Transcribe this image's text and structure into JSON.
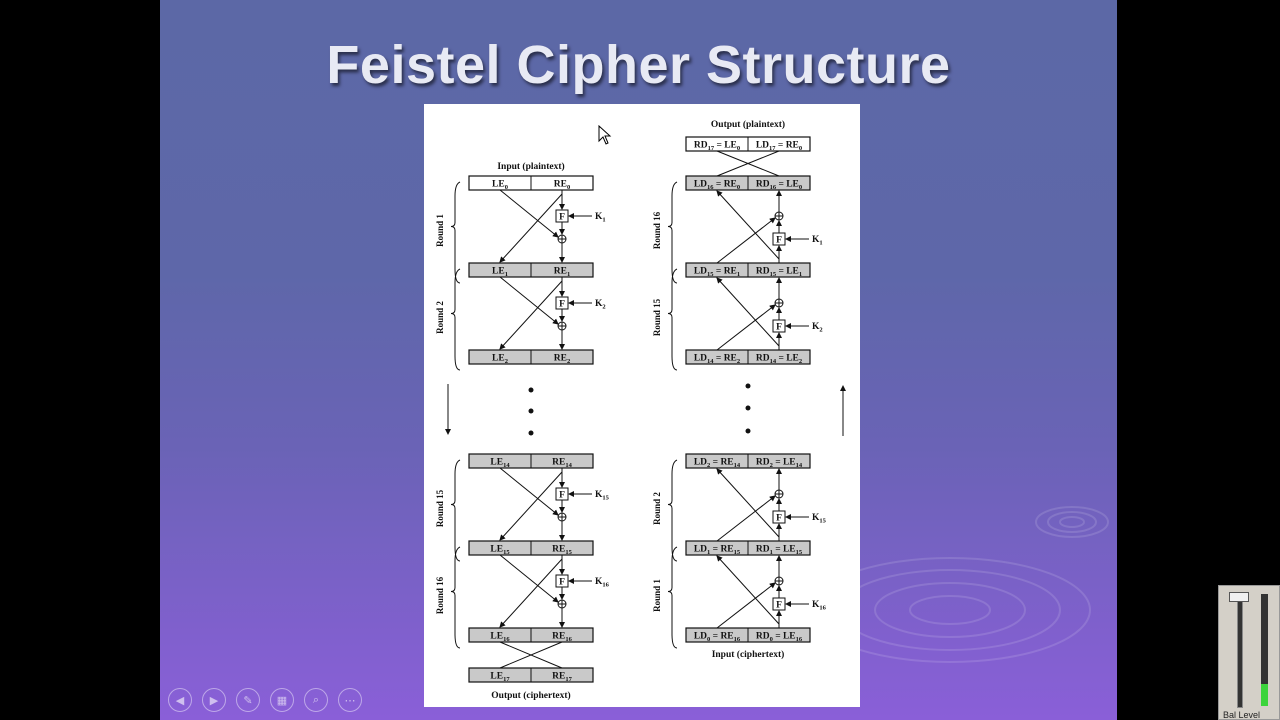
{
  "slide": {
    "title": "Feistel Cipher Structure"
  },
  "diagram": {
    "left": {
      "input_label": "Input (plaintext)",
      "output_label": "Output (ciphertext)",
      "rows": [
        {
          "l": "LE",
          "ls": "0",
          "r": "RE",
          "rs": "0"
        },
        {
          "l": "LE",
          "ls": "1",
          "r": "RE",
          "rs": "1"
        },
        {
          "l": "LE",
          "ls": "2",
          "r": "RE",
          "rs": "2"
        },
        {
          "l": "LE",
          "ls": "14",
          "r": "RE",
          "rs": "14"
        },
        {
          "l": "LE",
          "ls": "15",
          "r": "RE",
          "rs": "15"
        },
        {
          "l": "LE",
          "ls": "16",
          "r": "RE",
          "rs": "16"
        },
        {
          "l": "LE",
          "ls": "17",
          "r": "RE",
          "rs": "17"
        }
      ],
      "rounds": [
        "Round 1",
        "Round 2",
        "Round 15",
        "Round 16"
      ],
      "keys": [
        {
          "k": "K",
          "s": "1"
        },
        {
          "k": "K",
          "s": "2"
        },
        {
          "k": "K",
          "s": "15"
        },
        {
          "k": "K",
          "s": "16"
        }
      ]
    },
    "right": {
      "output_label": "Output (plaintext)",
      "input_label": "Input (ciphertext)",
      "rows": [
        {
          "l": "RD",
          "ls": "17",
          "lm": " = LE",
          "lm2": "0",
          "r": "LD",
          "rs": "17",
          "rm": " = RE",
          "rm2": "0"
        },
        {
          "l": "LD",
          "ls": "16",
          "lm": " = RE",
          "lm2": "0",
          "r": "RD",
          "rs": "16",
          "rm": " = LE",
          "rm2": "0"
        },
        {
          "l": "LD",
          "ls": "15",
          "lm": " = RE",
          "lm2": "1",
          "r": "RD",
          "rs": "15",
          "rm": " = LE",
          "rm2": "1"
        },
        {
          "l": "LD",
          "ls": "14",
          "lm": " = RE",
          "lm2": "2",
          "r": "RD",
          "rs": "14",
          "rm": " = LE",
          "rm2": "2"
        },
        {
          "l": "LD",
          "ls": "2",
          "lm": " = RE",
          "lm2": "14",
          "r": "RD",
          "rs": "2",
          "rm": " = LE",
          "rm2": "14"
        },
        {
          "l": "LD",
          "ls": "1",
          "lm": " = RE",
          "lm2": "15",
          "r": "RD",
          "rs": "1",
          "rm": " = LE",
          "rm2": "15"
        },
        {
          "l": "LD",
          "ls": "0",
          "lm": " = RE",
          "lm2": "16",
          "r": "RD",
          "rs": "0",
          "rm": " = LE",
          "rm2": "16"
        }
      ],
      "rounds": [
        "Round 16",
        "Round 15",
        "Round 2",
        "Round 1"
      ],
      "keys": [
        {
          "k": "K",
          "s": "1"
        },
        {
          "k": "K",
          "s": "2"
        },
        {
          "k": "K",
          "s": "15"
        },
        {
          "k": "K",
          "s": "16"
        }
      ]
    },
    "f_label": "F"
  },
  "toolbar": {
    "buttons": [
      {
        "name": "previous-slide-button",
        "icon": "arrow-left-icon",
        "glyph": "◀"
      },
      {
        "name": "next-slide-button",
        "icon": "arrow-right-icon",
        "glyph": "▶"
      },
      {
        "name": "pen-tool-button",
        "icon": "pen-icon",
        "glyph": "✎"
      },
      {
        "name": "see-all-slides-button",
        "icon": "grid-icon",
        "glyph": "▦"
      },
      {
        "name": "zoom-button",
        "icon": "magnifier-icon",
        "glyph": "⌕"
      },
      {
        "name": "more-options-button",
        "icon": "more-icon",
        "glyph": "⋯"
      }
    ]
  },
  "mixer": {
    "label": "Bal  Level"
  }
}
